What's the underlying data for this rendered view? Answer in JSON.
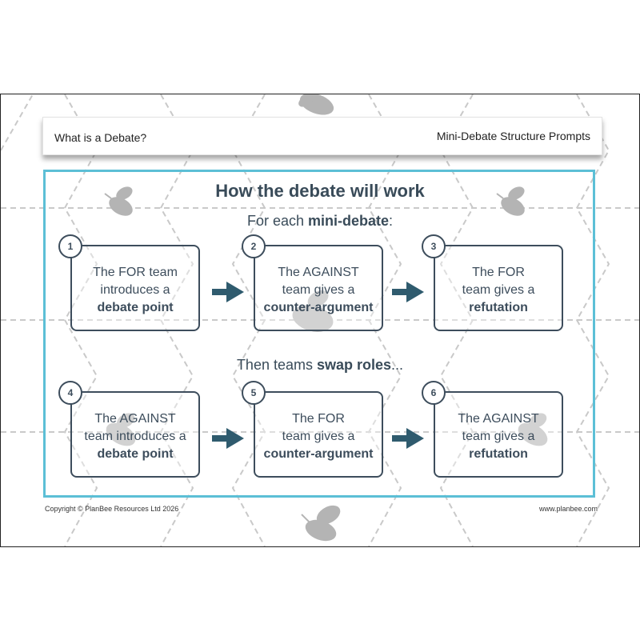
{
  "header": {
    "left_title": "What is a Debate?",
    "right_title": "Mini-Debate Structure Prompts"
  },
  "main": {
    "title": "How the debate will work",
    "subtitle1": {
      "prefix": "For each ",
      "bold": "mini-debate",
      "suffix": ":"
    },
    "subtitle2": {
      "prefix": "Then teams ",
      "bold": "swap roles",
      "suffix": "..."
    }
  },
  "steps": [
    {
      "number": "1",
      "line1": "The FOR team",
      "line2": "introduces a",
      "line3": "debate point"
    },
    {
      "number": "2",
      "line1": "The AGAINST",
      "line2": "team gives a",
      "line3": "counter-argument"
    },
    {
      "number": "3",
      "line1": "The FOR",
      "line2": "team gives a",
      "line3": "refutation"
    },
    {
      "number": "4",
      "line1": "The AGAINST",
      "line2": "team introduces a",
      "line3": "debate point"
    },
    {
      "number": "5",
      "line1": "The FOR",
      "line2": "team gives a",
      "line3": "counter-argument"
    },
    {
      "number": "6",
      "line1": "The AGAINST",
      "line2": "team gives a",
      "line3": "refutation"
    }
  ],
  "footer": {
    "copyright": "Copyright © PlanBee Resources Ltd 2026",
    "website": "www.planbee.com"
  },
  "colors": {
    "accent_frame": "#5cbfd6",
    "box_dark": "#3d4d5c",
    "arrow": "#2f5b6e"
  },
  "icons": [
    "bee-icon",
    "arrow-right-icon"
  ]
}
